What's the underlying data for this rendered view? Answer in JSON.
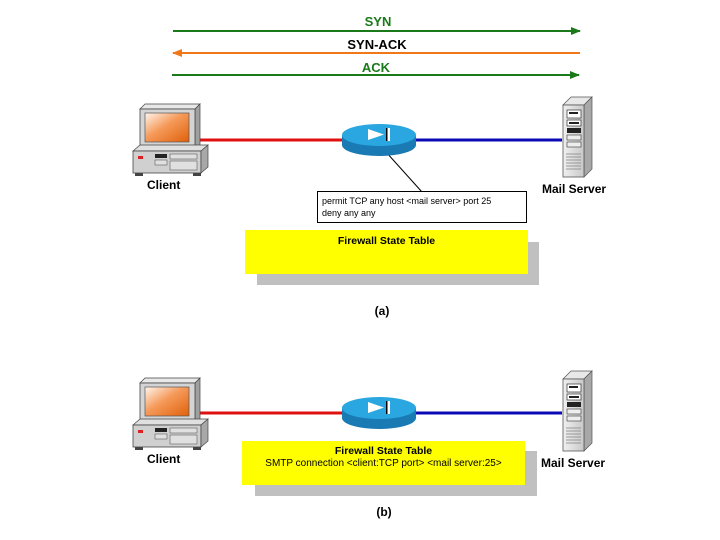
{
  "handshake": {
    "messages": [
      {
        "label": "SYN",
        "direction": "client-to-server",
        "color": "#1a7a1a"
      },
      {
        "label": "SYN-ACK",
        "direction": "server-to-client",
        "color": "#f07818"
      },
      {
        "label": "ACK",
        "direction": "client-to-server",
        "color": "#1a7a1a"
      }
    ],
    "syn_ack_label_color": "#000000"
  },
  "colors": {
    "client_link": "#e01010",
    "server_link": "#0a0ab4",
    "router_top": "#2aa7e0",
    "router_side": "#1a7ab4",
    "state_table_bg": "#ffff00",
    "state_table_shadow": "#c0c0c0"
  },
  "panel_a": {
    "client_label": "Client",
    "server_label": "Mail Server",
    "acl_rules": [
      "permit TCP any host <mail server> port 25",
      "deny any any"
    ],
    "state_table": {
      "title": "Firewall State Table",
      "entries": []
    },
    "caption": "(a)"
  },
  "panel_b": {
    "client_label": "Client",
    "server_label": "Mail Server",
    "state_table": {
      "title": "Firewall State Table",
      "entries": [
        "SMTP connection <client:TCP port> <mail server:25>"
      ]
    },
    "caption": "(b)"
  }
}
